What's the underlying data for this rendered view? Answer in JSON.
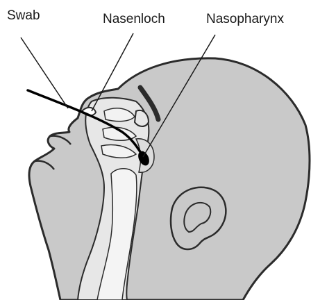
{
  "labels": {
    "swab": "Swab",
    "nostril": "Nasenloch",
    "nasopharynx": "Nasopharynx"
  },
  "colors": {
    "skin": "#c9c9c9",
    "outline": "#2b2b2b",
    "cavity": "#e7e7e7",
    "interior": "#f2f2f2",
    "swab": "#000000",
    "text": "#1a1a1a"
  }
}
